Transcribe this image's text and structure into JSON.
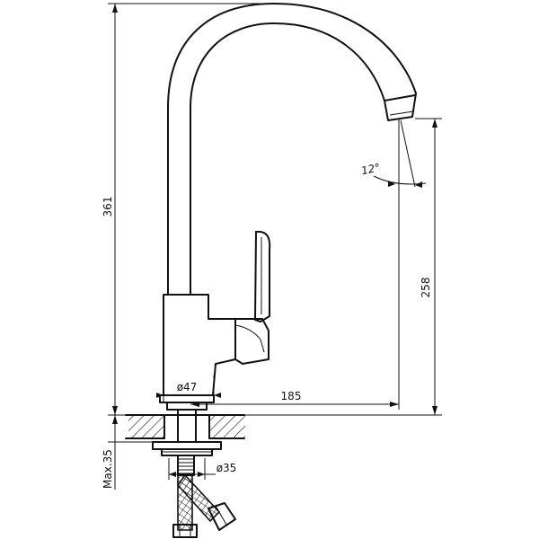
{
  "dimensions": {
    "total_height": "361",
    "spout_height": "258",
    "reach": "185",
    "body_diameter": "ø47",
    "thread_diameter": "ø35",
    "max_counter_thickness": "Max.35",
    "spout_angle": "12°"
  },
  "colors": {
    "ink": "#111111",
    "background": "#ffffff"
  }
}
